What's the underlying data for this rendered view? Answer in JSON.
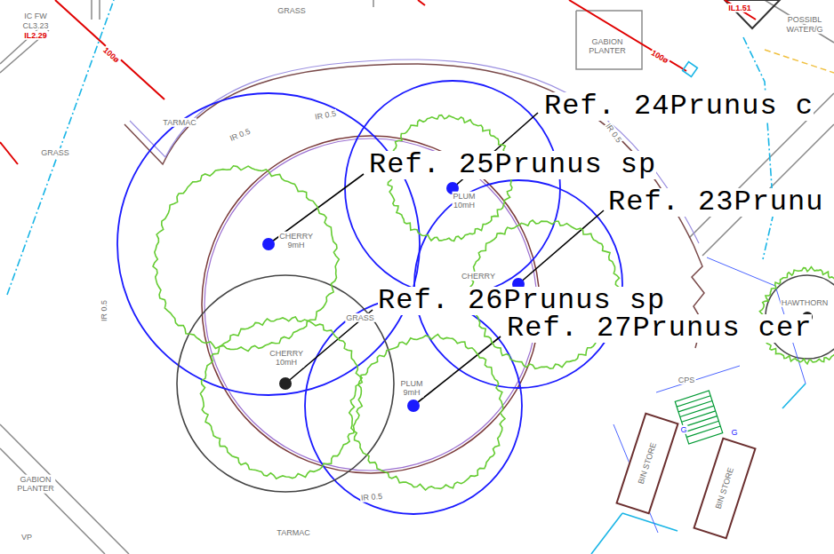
{
  "diagram": {
    "nodes": [
      {
        "text": [
          "CHERRY 9mH"
        ]
      },
      {
        "text": [
          "PLUM 10mH"
        ]
      },
      {
        "text": [
          "CHERRY"
        ]
      },
      {
        "text": [
          "CHERRY 10mH"
        ]
      },
      {
        "text": [
          "PLUM 9mH"
        ]
      },
      {
        "text": [
          "HAWTHORN"
        ]
      },
      {
        "text": [
          "BIN STORE"
        ]
      },
      {
        "text": [
          "BIN STORE"
        ]
      }
    ],
    "labels": [
      "IC FW",
      "CL3.23",
      "IL2.29",
      "GRASS",
      "100ø",
      "GABION PLANTER",
      "IL1.51",
      "POSSIBL",
      "WATER/G",
      "TARMAC",
      "GRASS",
      "100ø",
      "IR 0.5",
      "IR 0.5",
      "IR 0.5",
      "IR 0.5",
      "IR 0.5",
      "GRASS",
      "Ref. 24Prunus c",
      "Ref. 25Prunus sp",
      "Ref. 23Prunu",
      "Ref. 26Prunus sp",
      "Ref. 27Prunus cer",
      "CPS",
      "G",
      "G",
      "GABION PLANTER",
      "VP",
      "TARMAC"
    ]
  }
}
